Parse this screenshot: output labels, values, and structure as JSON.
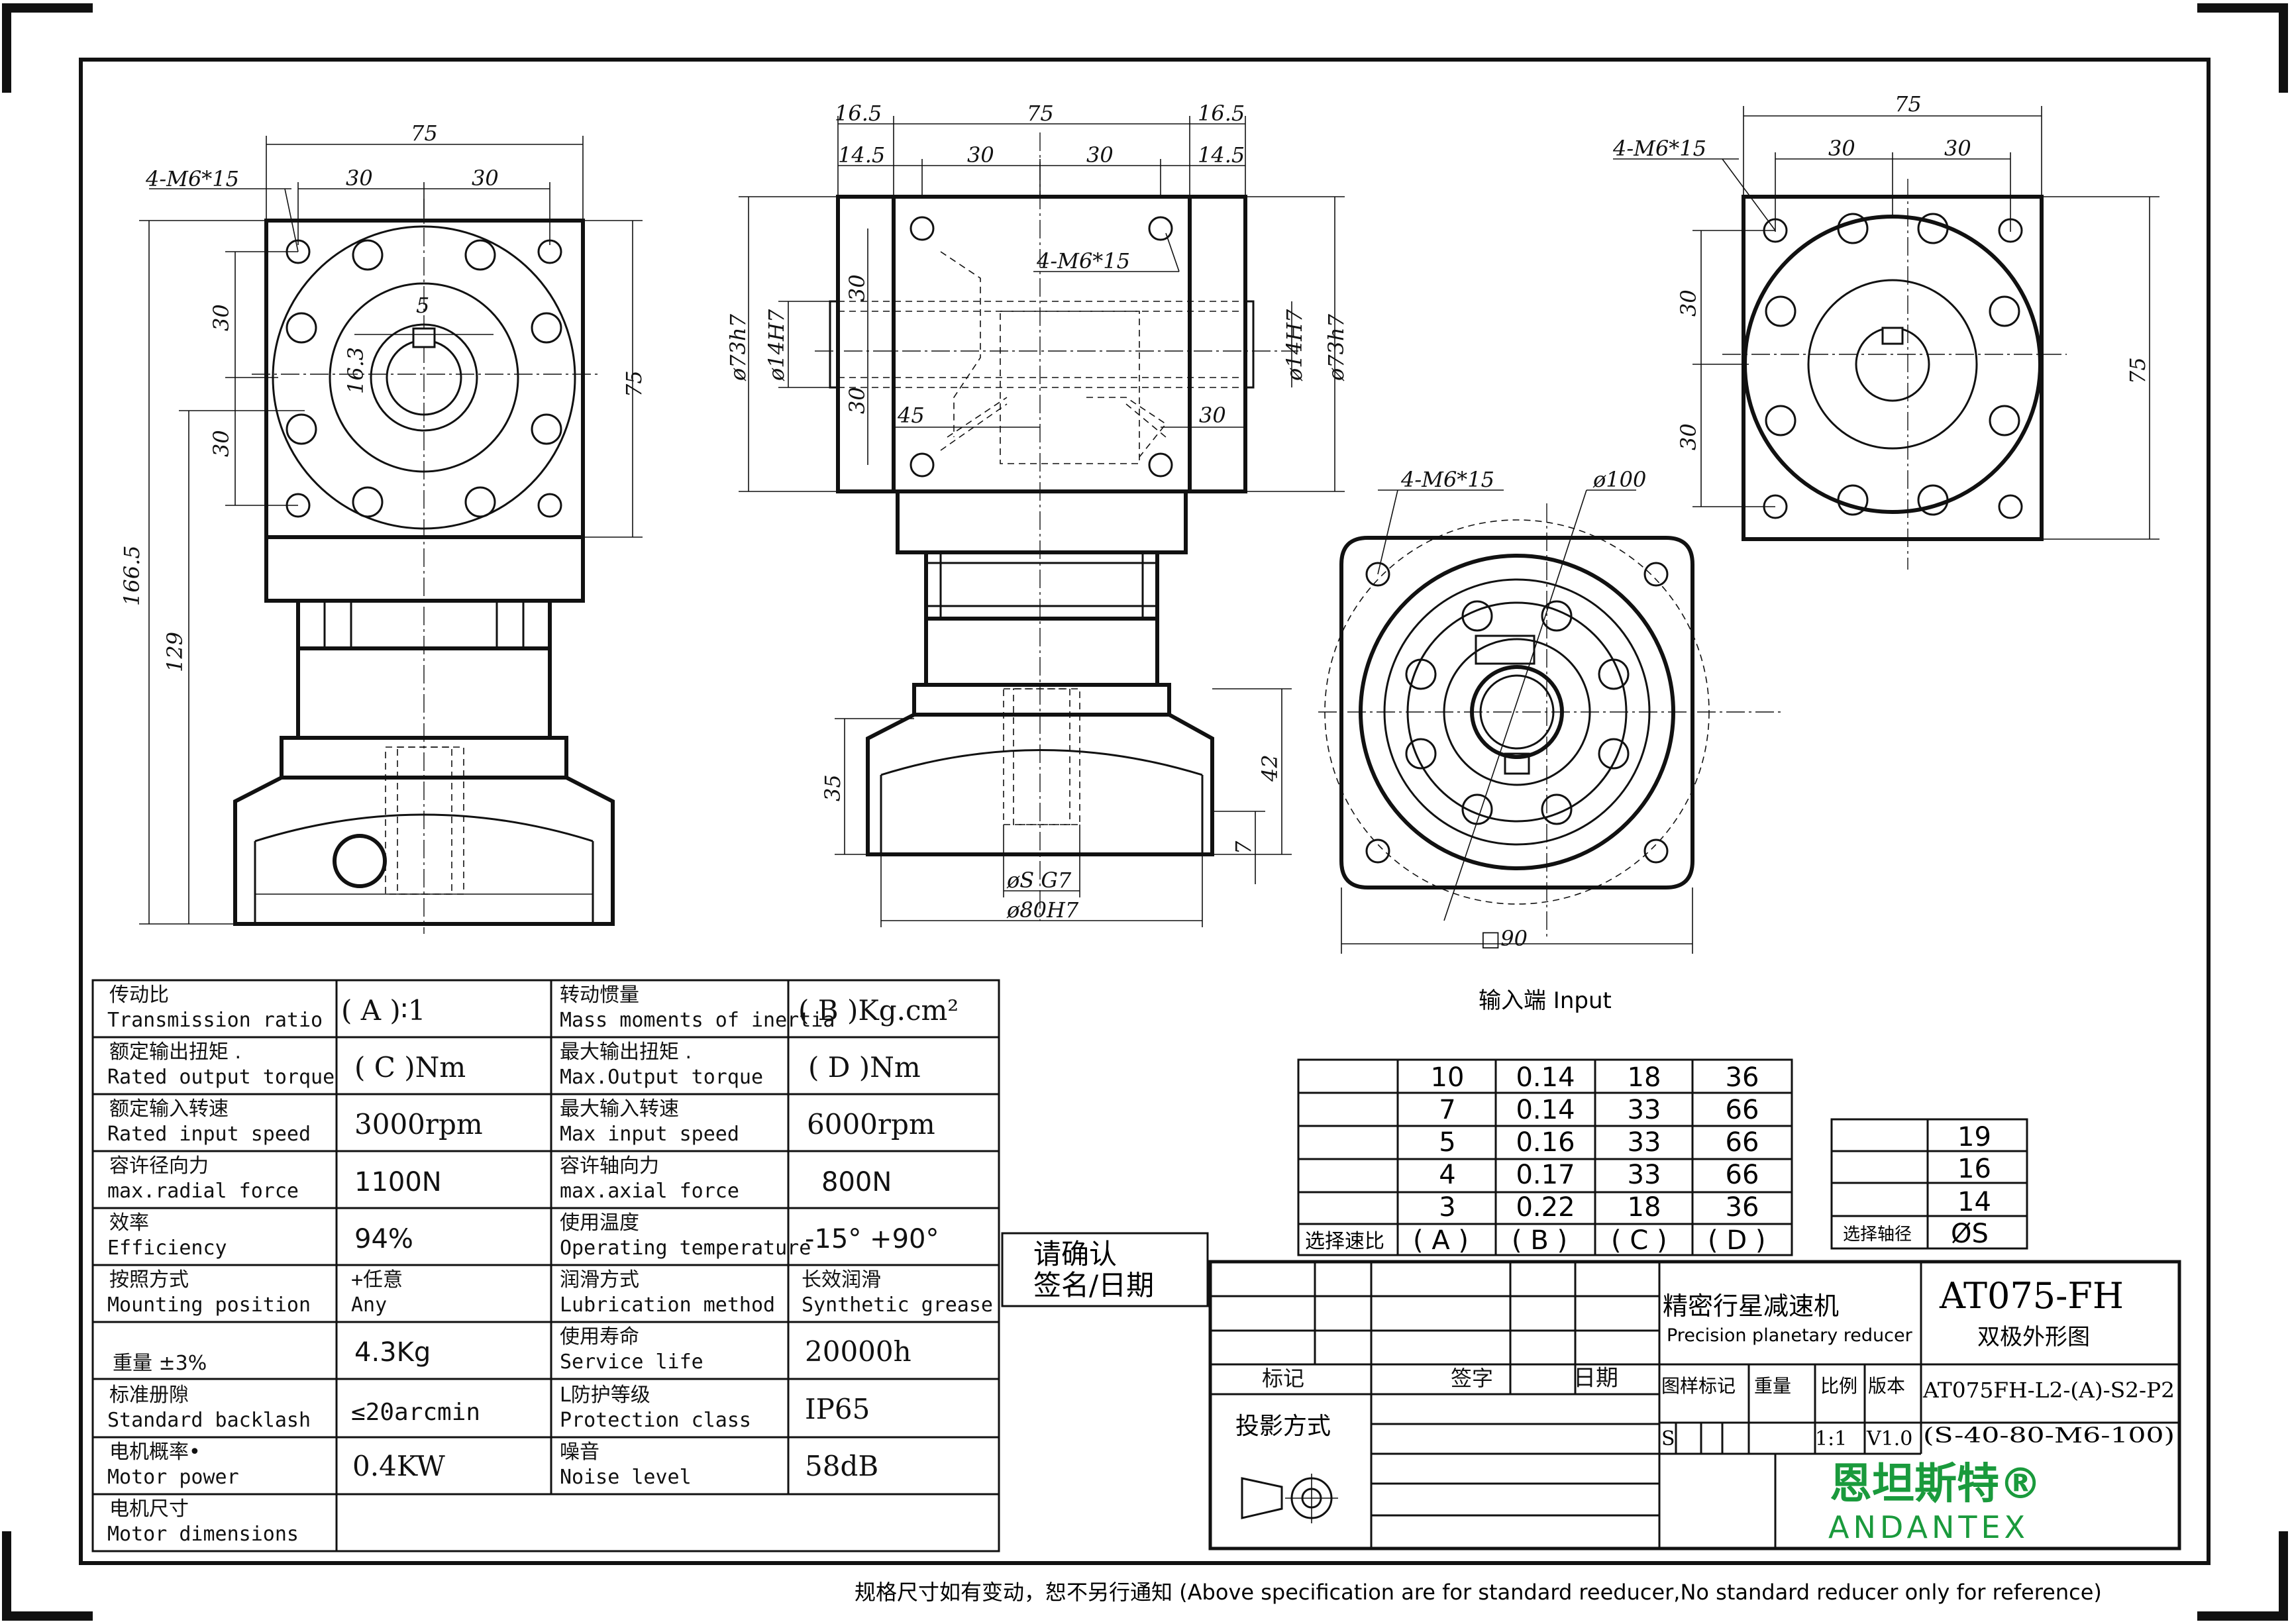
{
  "views": {
    "left": {
      "dims": [
        "75",
        "30",
        "30",
        "4-M6*15",
        "5",
        "16.3",
        "30",
        "30",
        "75",
        "166.5",
        "129"
      ]
    },
    "middle": {
      "dims": [
        "16.5",
        "75",
        "16.5",
        "14.5",
        "30",
        "30",
        "14.5",
        "4-M6*15",
        "ø73h7",
        "ø14H7",
        "30",
        "30",
        "45",
        "30",
        "ø14H7",
        "ø73h7",
        "35",
        "42",
        "7",
        "øS G7",
        "ø80H7"
      ]
    },
    "right": {
      "dims": [
        "75",
        "30",
        "30",
        "4-M6*15",
        "30",
        "30",
        "75"
      ]
    },
    "input": {
      "dims": [
        "4-M6*15",
        "ø100",
        "□90"
      ],
      "caption": "输入端  Input"
    }
  },
  "specs": {
    "rows": [
      {
        "cn1": "传动比",
        "en1": "Transmission ratio",
        "v1": "( A )∶1",
        "cn2": "转动惯量",
        "en2": "Mass moments of inertia",
        "v2": "( B )Kg.cm²"
      },
      {
        "cn1": "额定输出扭矩  .",
        "en1": "Rated output torque",
        "v1": "( C )Nm",
        "cn2": "最大输出扭矩  .",
        "en2": "Max.Output torque",
        "v2": "( D )Nm"
      },
      {
        "cn1": "额定输入转速",
        "en1": "Rated input speed",
        "v1": "3000rpm",
        "cn2": "最大输入转速",
        "en2": "Max input speed",
        "v2": "6000rpm"
      },
      {
        "cn1": "容许径向力",
        "en1": "max.radial force",
        "v1": "1100N",
        "cn2": "容许轴向力",
        "en2": "max.axial  force",
        "v2": "800N"
      },
      {
        "cn1": "效率",
        "en1": "Efficiency",
        "v1": "94%",
        "cn2": "使用温度",
        "en2": "Operating temperature",
        "v2": "-15° +90°"
      },
      {
        "cn1": "按照方式",
        "en1": "Mounting position",
        "v1": "+任意\nAny",
        "cn2": "润滑方式",
        "en2": "Lubrication method",
        "v2": "长效润滑\nSynthetic grease"
      },
      {
        "cn1": "",
        "en1": "重量 ±3%",
        "v1": "4.3Kg",
        "cn2": "使用寿命",
        "en2": "Service life",
        "v2": "20000h"
      },
      {
        "cn1": "标准册隙",
        "en1": "Standard backlash",
        "v1": "≤20arcmin",
        "cn2": "L防护等级",
        "en2": "Protection class",
        "v2": "IP65"
      },
      {
        "cn1": "电机概率•",
        "en1": "Motor power",
        "v1": "0.4KW",
        "cn2": "噪音",
        "en2": "Noise level",
        "v2": "58dB"
      },
      {
        "cn1": "电机尺寸",
        "en1": "Motor dimensions",
        "v1": "",
        "cn2": "",
        "en2": "",
        "v2": ""
      }
    ]
  },
  "ratio_table": {
    "rows": [
      [
        "10",
        "0.14",
        "18",
        "36"
      ],
      [
        "7",
        "0.14",
        "33",
        "66"
      ],
      [
        "5",
        "0.16",
        "33",
        "66"
      ],
      [
        "4",
        "0.17",
        "33",
        "66"
      ],
      [
        "3",
        "0.22",
        "18",
        "36"
      ]
    ],
    "footer_label": "选择速比",
    "footer": [
      "( A )",
      "( B )",
      "( C )",
      "( D )"
    ]
  },
  "shaft_table": {
    "rows": [
      "19",
      "16",
      "14"
    ],
    "footer_label": "选择轴径",
    "footer": "ØS"
  },
  "confirm": {
    "line1": "请确认",
    "line2": "签名/日期"
  },
  "title_block": {
    "product_cn": "精密行星减速机",
    "product_en": "Precision planetary reducer",
    "model": "AT075-FH",
    "drawing_name": "双极外形图",
    "mark": "标记",
    "sign": "签字",
    "date": "日期",
    "projection": "投影方式",
    "pattern_mark": "图样标记",
    "weight": "重量",
    "scale": "比例",
    "version": "版本",
    "scale_value": "1:1",
    "version_value": "V1.0",
    "s_mark": "S",
    "code1": "AT075FH-L2-(A)-S2-P2",
    "code2": "(S-40-80-M6-100)",
    "brand_cn": "恩坦斯特®",
    "brand_en": "ANDANTEX",
    "brand_color": "#1a9a3c"
  },
  "footnote": "规格尺寸如有变动，恕不另行通知   (Above specification are for standard reeducer,No standard reducer only for reference)"
}
